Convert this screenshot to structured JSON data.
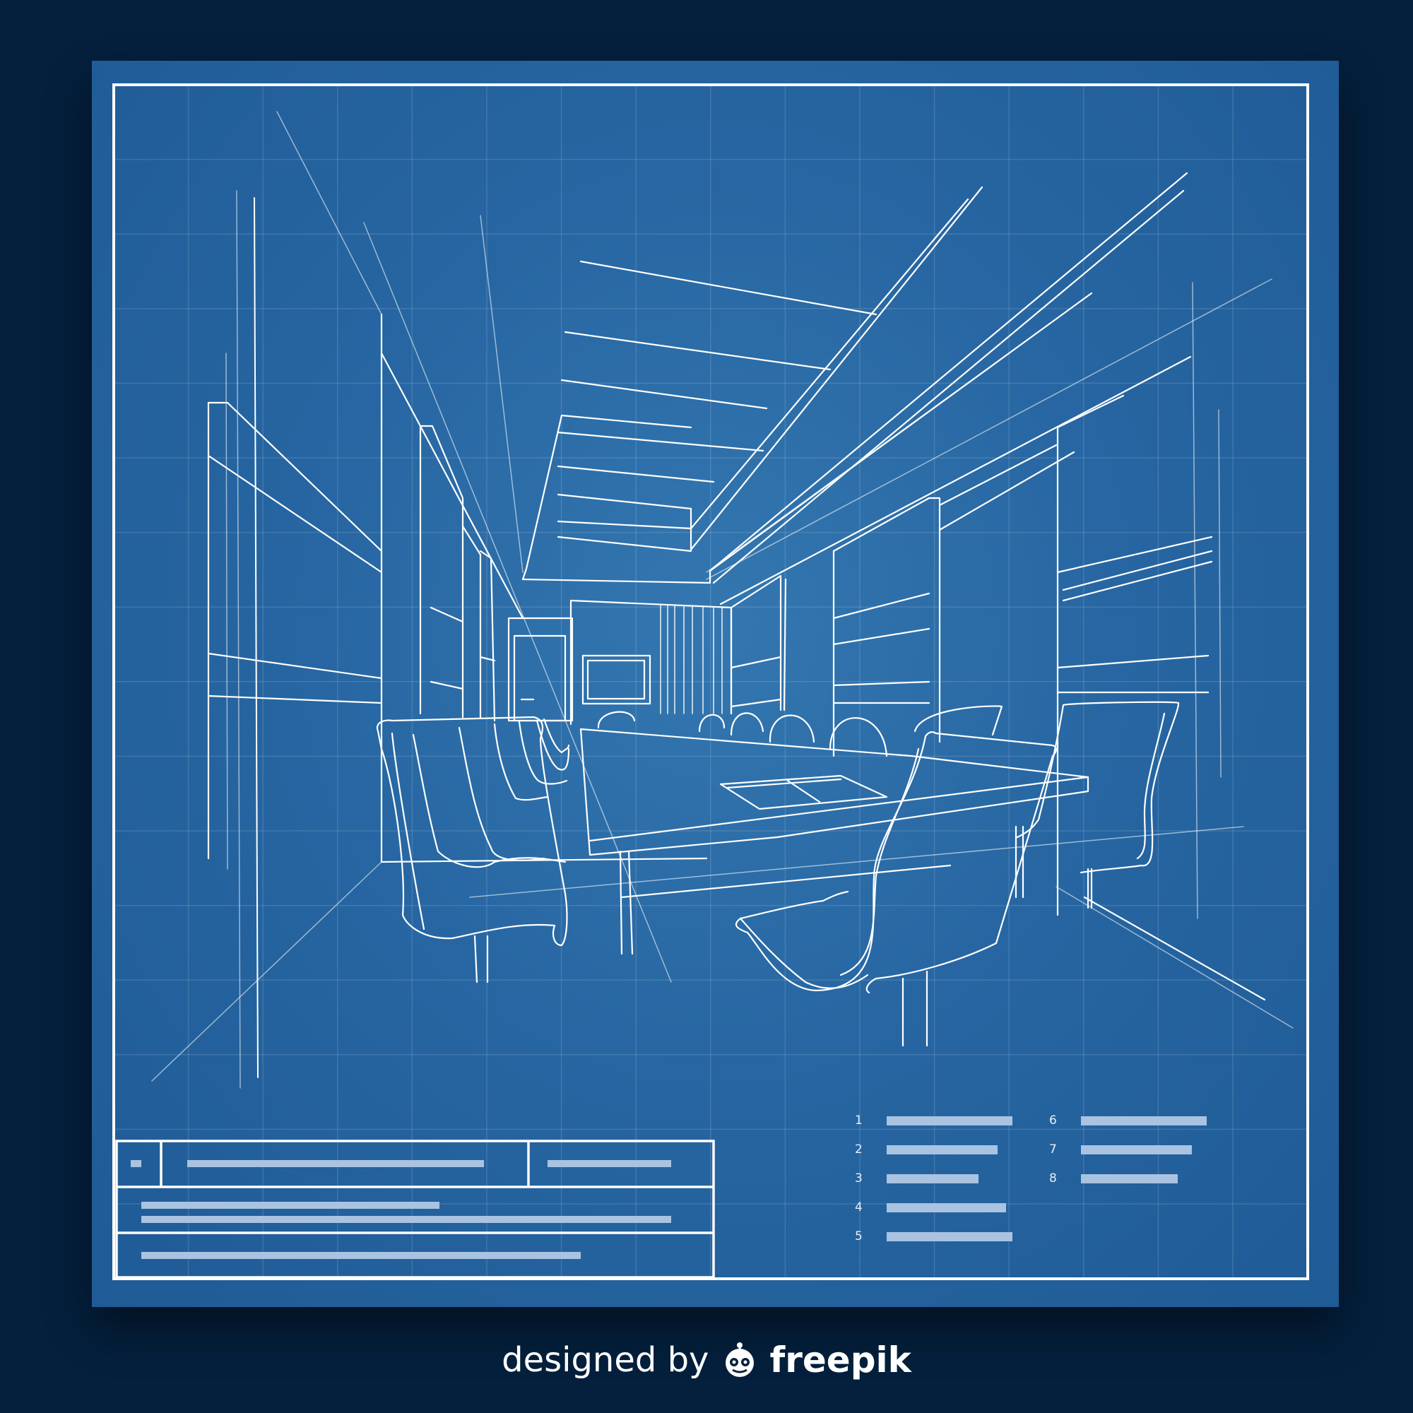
{
  "colors": {
    "background": "#04203d",
    "blueprint_fill": "#2766a2",
    "line": "#ffffff",
    "legend_bar": "#a9c3e1"
  },
  "legend": [
    {
      "number": "1",
      "fill": 1.0
    },
    {
      "number": "2",
      "fill": 0.88
    },
    {
      "number": "3",
      "fill": 0.73
    },
    {
      "number": "4",
      "fill": 0.95
    },
    {
      "number": "5",
      "fill": 1.0
    },
    {
      "number": "6",
      "fill": 1.0
    },
    {
      "number": "7",
      "fill": 0.88
    },
    {
      "number": "8",
      "fill": 0.77
    }
  ],
  "credit": {
    "prefix": "designed by",
    "brand": "freepik",
    "logo_icon": "freepik-logo-icon"
  }
}
